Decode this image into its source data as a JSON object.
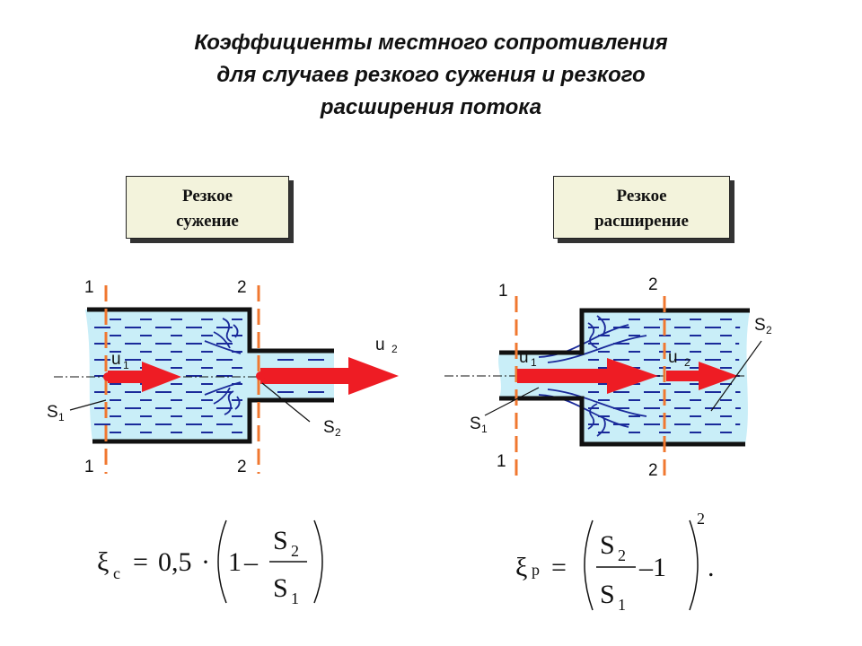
{
  "title": {
    "line1": "Коэффициенты местного сопротивления",
    "line2": "для случаев резкого сужения и резкого",
    "line3": "расширения потока"
  },
  "cases": {
    "contraction": {
      "line1": "Резкое",
      "line2": "сужение"
    },
    "expansion": {
      "line1": "Резкое",
      "line2": "расширение"
    }
  },
  "labels": {
    "section1": "1",
    "section2": "2",
    "u": "u",
    "S": "S",
    "sub1": "1",
    "sub2": "2"
  },
  "formulas": {
    "contraction": {
      "xi": "ξ",
      "index": "c",
      "equals": "=",
      "coefficient": "0,5",
      "dot": "·",
      "one": "1",
      "minus": "–",
      "S": "S",
      "sub_num": "2",
      "sub_den": "1"
    },
    "expansion": {
      "xi": "ξ",
      "index": "p",
      "equals": "=",
      "S": "S",
      "sub_num": "2",
      "sub_den": "1",
      "minus": "–1",
      "power": "2",
      "period": "."
    }
  },
  "colors": {
    "fluid": "#c9eef8",
    "wall": "#111111",
    "arrow": "#ee1c24",
    "section_line": "#f07830",
    "streamline": "#1a2a9a",
    "box_fill": "#f3f3dc"
  }
}
